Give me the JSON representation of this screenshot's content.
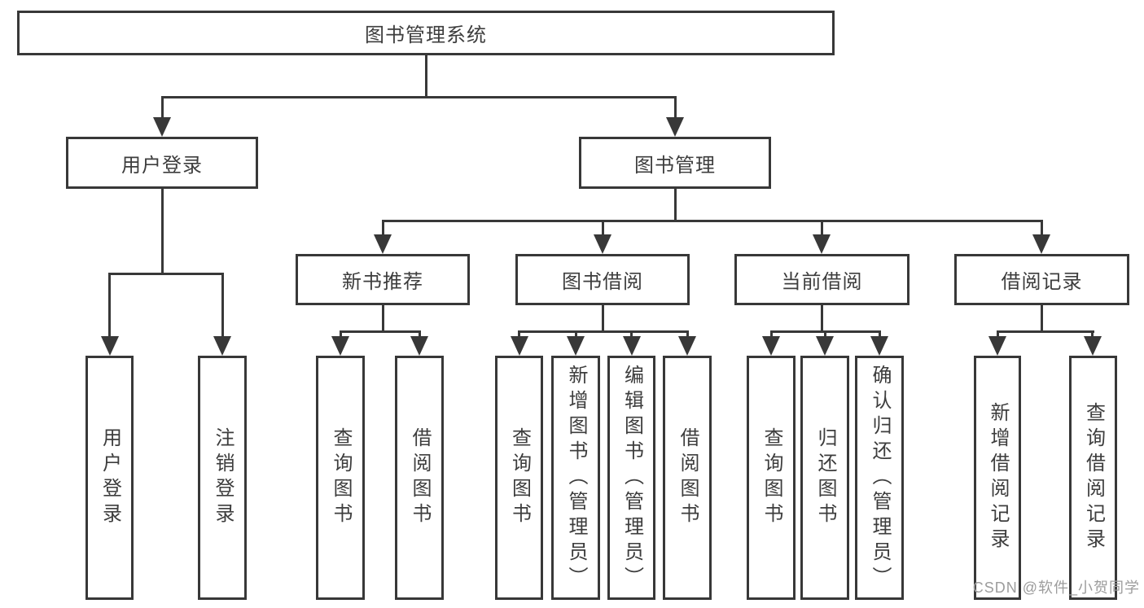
{
  "tree": {
    "root": {
      "label": "图书管理系统"
    },
    "branches": [
      {
        "label": "用户登录",
        "children": [
          {
            "label": "用户登录"
          },
          {
            "label": "注销登录"
          }
        ]
      },
      {
        "label": "图书管理",
        "children": [
          {
            "label": "新书推荐",
            "children": [
              {
                "label": "查询图书"
              },
              {
                "label": "借阅图书"
              }
            ]
          },
          {
            "label": "图书借阅",
            "children": [
              {
                "label": "查询图书"
              },
              {
                "label": "新增图书（管理员）"
              },
              {
                "label": "编辑图书（管理员）"
              },
              {
                "label": "借阅图书"
              }
            ]
          },
          {
            "label": "当前借阅",
            "children": [
              {
                "label": "查询图书"
              },
              {
                "label": "归还图书"
              },
              {
                "label": "确认归还（管理员）"
              }
            ]
          },
          {
            "label": "借阅记录",
            "children": [
              {
                "label": "新增借阅记录"
              },
              {
                "label": "查询借阅记录"
              }
            ]
          }
        ]
      }
    ]
  },
  "watermark": {
    "text": "CSDN @软件_小贺同学"
  },
  "colors": {
    "line": "#383838",
    "text": "#3d3d3d",
    "watermark": "#9c9c9c",
    "background": "#ffffff"
  }
}
